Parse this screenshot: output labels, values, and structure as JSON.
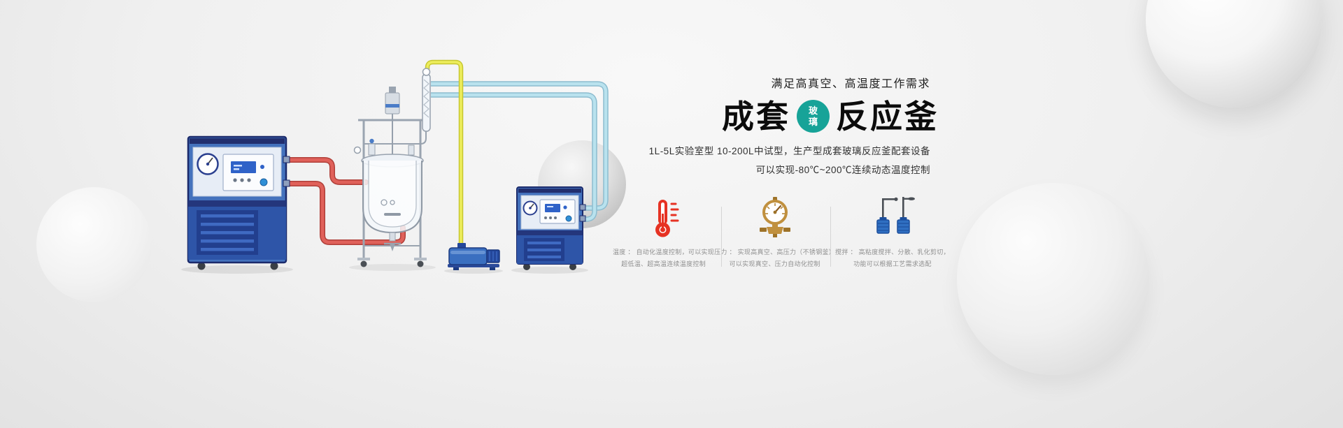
{
  "banner": {
    "tagline": "满足高真空、高温度工作需求",
    "title": {
      "part1": "成套",
      "badge_line1": "玻",
      "badge_line2": "璃",
      "part2": "反应釜"
    },
    "subtitle_line1": "1L-5L实验室型 10-200L中试型，生产型成套玻璃反应釜配套设备",
    "subtitle_line2": "可以实现-80℃~200℃连续动态温度控制",
    "features": [
      {
        "id": "temperature",
        "icon": "thermometer-icon",
        "line1": "温度 ： 自动化温度控制，可以实现",
        "line2": "超低温、超高温连续温度控制"
      },
      {
        "id": "pressure",
        "icon": "pressure-gauge-icon",
        "line1": "压力 ： 实现高真空、高压力（不锈钢釜）",
        "line2": "可以实现真空、压力自动化控制"
      },
      {
        "id": "stirring",
        "icon": "stirrer-icon",
        "line1": "搅拌 ： 高粘度搅拌、分散、乳化剪切，",
        "line2": "功能可以根据工艺需求选配"
      }
    ],
    "colors": {
      "accent_teal": "#17a398",
      "thermometer_red": "#e63223",
      "gauge_gold": "#c0903e",
      "stirrer_blue": "#2f6fc2",
      "tube_red": "#e0615a",
      "tube_yellow": "#eded5c",
      "tube_cyan": "#b9e2ee",
      "machine_blue": "#4472bd"
    }
  }
}
